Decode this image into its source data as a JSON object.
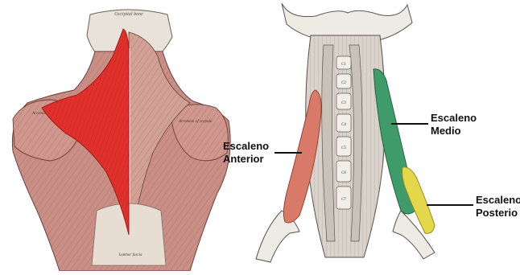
{
  "back_figure": {
    "top_label": "Occipital bone",
    "left_label": "Acromion",
    "right_label": "Acromion of scapula",
    "bottom_label": "Lumbar fascia"
  },
  "neck_figure": {
    "vertebra_labels": [
      "C1",
      "C2",
      "C3",
      "C4",
      "C5",
      "C6",
      "C7"
    ]
  },
  "labels": {
    "anterior": [
      "Escaleno",
      "Anterior"
    ],
    "medio": [
      "Escaleno",
      "Medio"
    ],
    "posterior": [
      "Escaleno",
      "Posterio"
    ]
  },
  "colors": {
    "background": "#ffffff",
    "muscle_tissue": "#c98f86",
    "trapezius_highlight": "#e0302c",
    "anterior_scalene": "#d97a68",
    "middle_scalene": "#3f9c6a",
    "posterior_scalene": "#e4d84a",
    "bone": "#eeeae4",
    "label_text": "#111111"
  }
}
